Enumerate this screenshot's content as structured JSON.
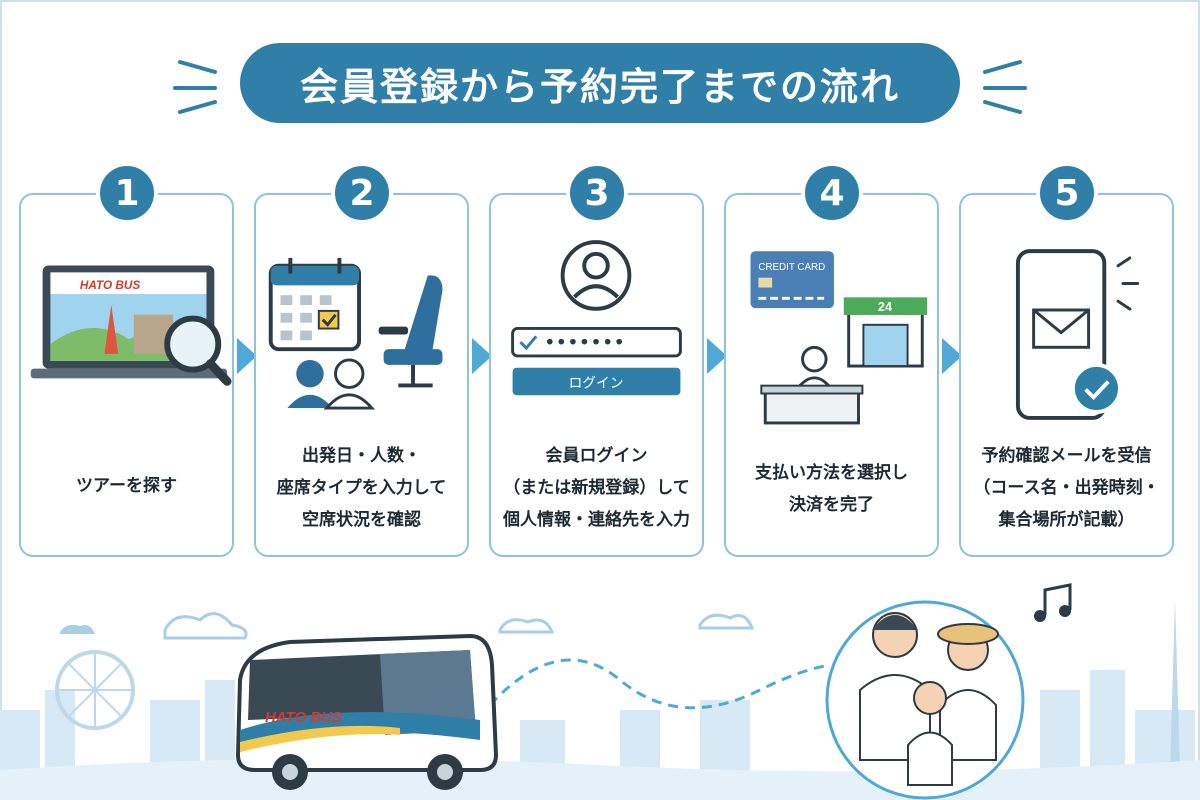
{
  "title": "会員登録から予約完了までの流れ",
  "colors": {
    "primary": "#2f7fa9",
    "border": "#8fc3dc",
    "arrow": "#4fa8d6",
    "city": "#c9e2f0"
  },
  "steps": [
    {
      "number": "1",
      "lines": [
        "ツアーを探す"
      ],
      "icon": "laptop-search-icon"
    },
    {
      "number": "2",
      "lines": [
        "出発日・人数・",
        "座席タイプを入力して",
        "空席状況を確認"
      ],
      "icon": "calendar-seat-icon"
    },
    {
      "number": "3",
      "lines": [
        "会員ログイン",
        "（または新規登録）して",
        "個人情報・連絡先を入力"
      ],
      "icon": "login-icon"
    },
    {
      "number": "4",
      "lines": [
        "支払い方法を選択し",
        "決済を完了"
      ],
      "icon": "payment-icon"
    },
    {
      "number": "5",
      "lines": [
        "予約確認メールを受信",
        "（コース名・出発時刻・",
        "集合場所が記載）"
      ],
      "icon": "phone-mail-icon"
    }
  ],
  "laptop": {
    "brand": "HATO BUS"
  },
  "login": {
    "password_mask": "•••••••",
    "button_label": "ログイン"
  },
  "payment": {
    "card_label": "CREDIT CARD",
    "store_sign": "24"
  },
  "bus": {
    "brand": "HATO BUS"
  }
}
